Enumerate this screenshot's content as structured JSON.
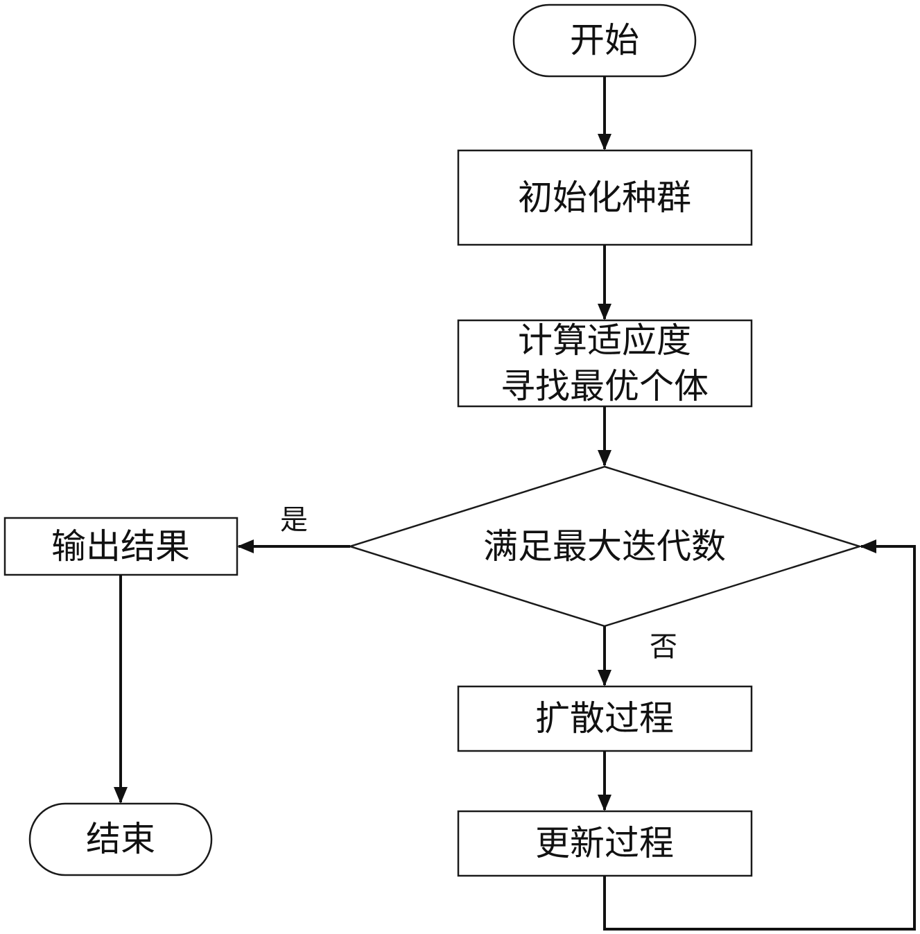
{
  "nodes": {
    "start": "开始",
    "init": "初始化种群",
    "fitness_line1": "计算适应度",
    "fitness_line2": "寻找最优个体",
    "decision": "满足最大迭代数",
    "output": "输出结果",
    "end": "结束",
    "diffusion": "扩散过程",
    "update": "更新过程"
  },
  "branches": {
    "yes": "是",
    "no": "否"
  },
  "colors": {
    "stroke": "#111111",
    "fill": "#ffffff"
  }
}
